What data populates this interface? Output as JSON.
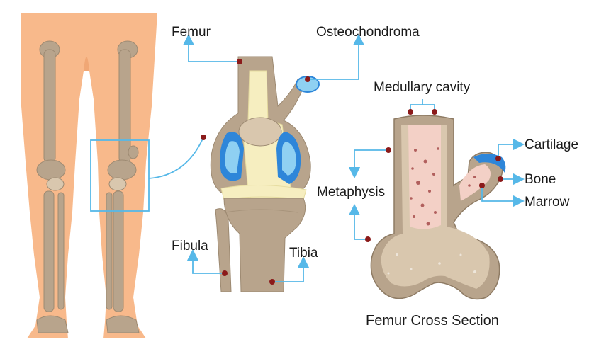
{
  "colors": {
    "skin": "#f8b98b",
    "skin_shadow": "#eb9b68",
    "bone": "#b8a48c",
    "bone_dark": "#9d8a72",
    "bone_light": "#d9c7ae",
    "cartilage_blue": "#2e86d9",
    "cartilage_light": "#8fd0f2",
    "ligament": "#f6eec0",
    "marrow": "#f3d0c6",
    "leader": "#56b8e8",
    "dot": "#8b1a1a"
  },
  "icons": {
    "arrow": "arrow-up-icon",
    "dot": "dot-marker-icon"
  },
  "labels": {
    "femur": "Femur",
    "osteochondroma": "Osteochondroma",
    "medullary_cavity": "Medullary cavity",
    "cartilage": "Cartilage",
    "bone": "Bone",
    "marrow": "Marrow",
    "metaphysis": "Metaphysis",
    "fibula": "Fibula",
    "tibia": "Tibia",
    "cross_section_title": "Femur Cross Section"
  }
}
